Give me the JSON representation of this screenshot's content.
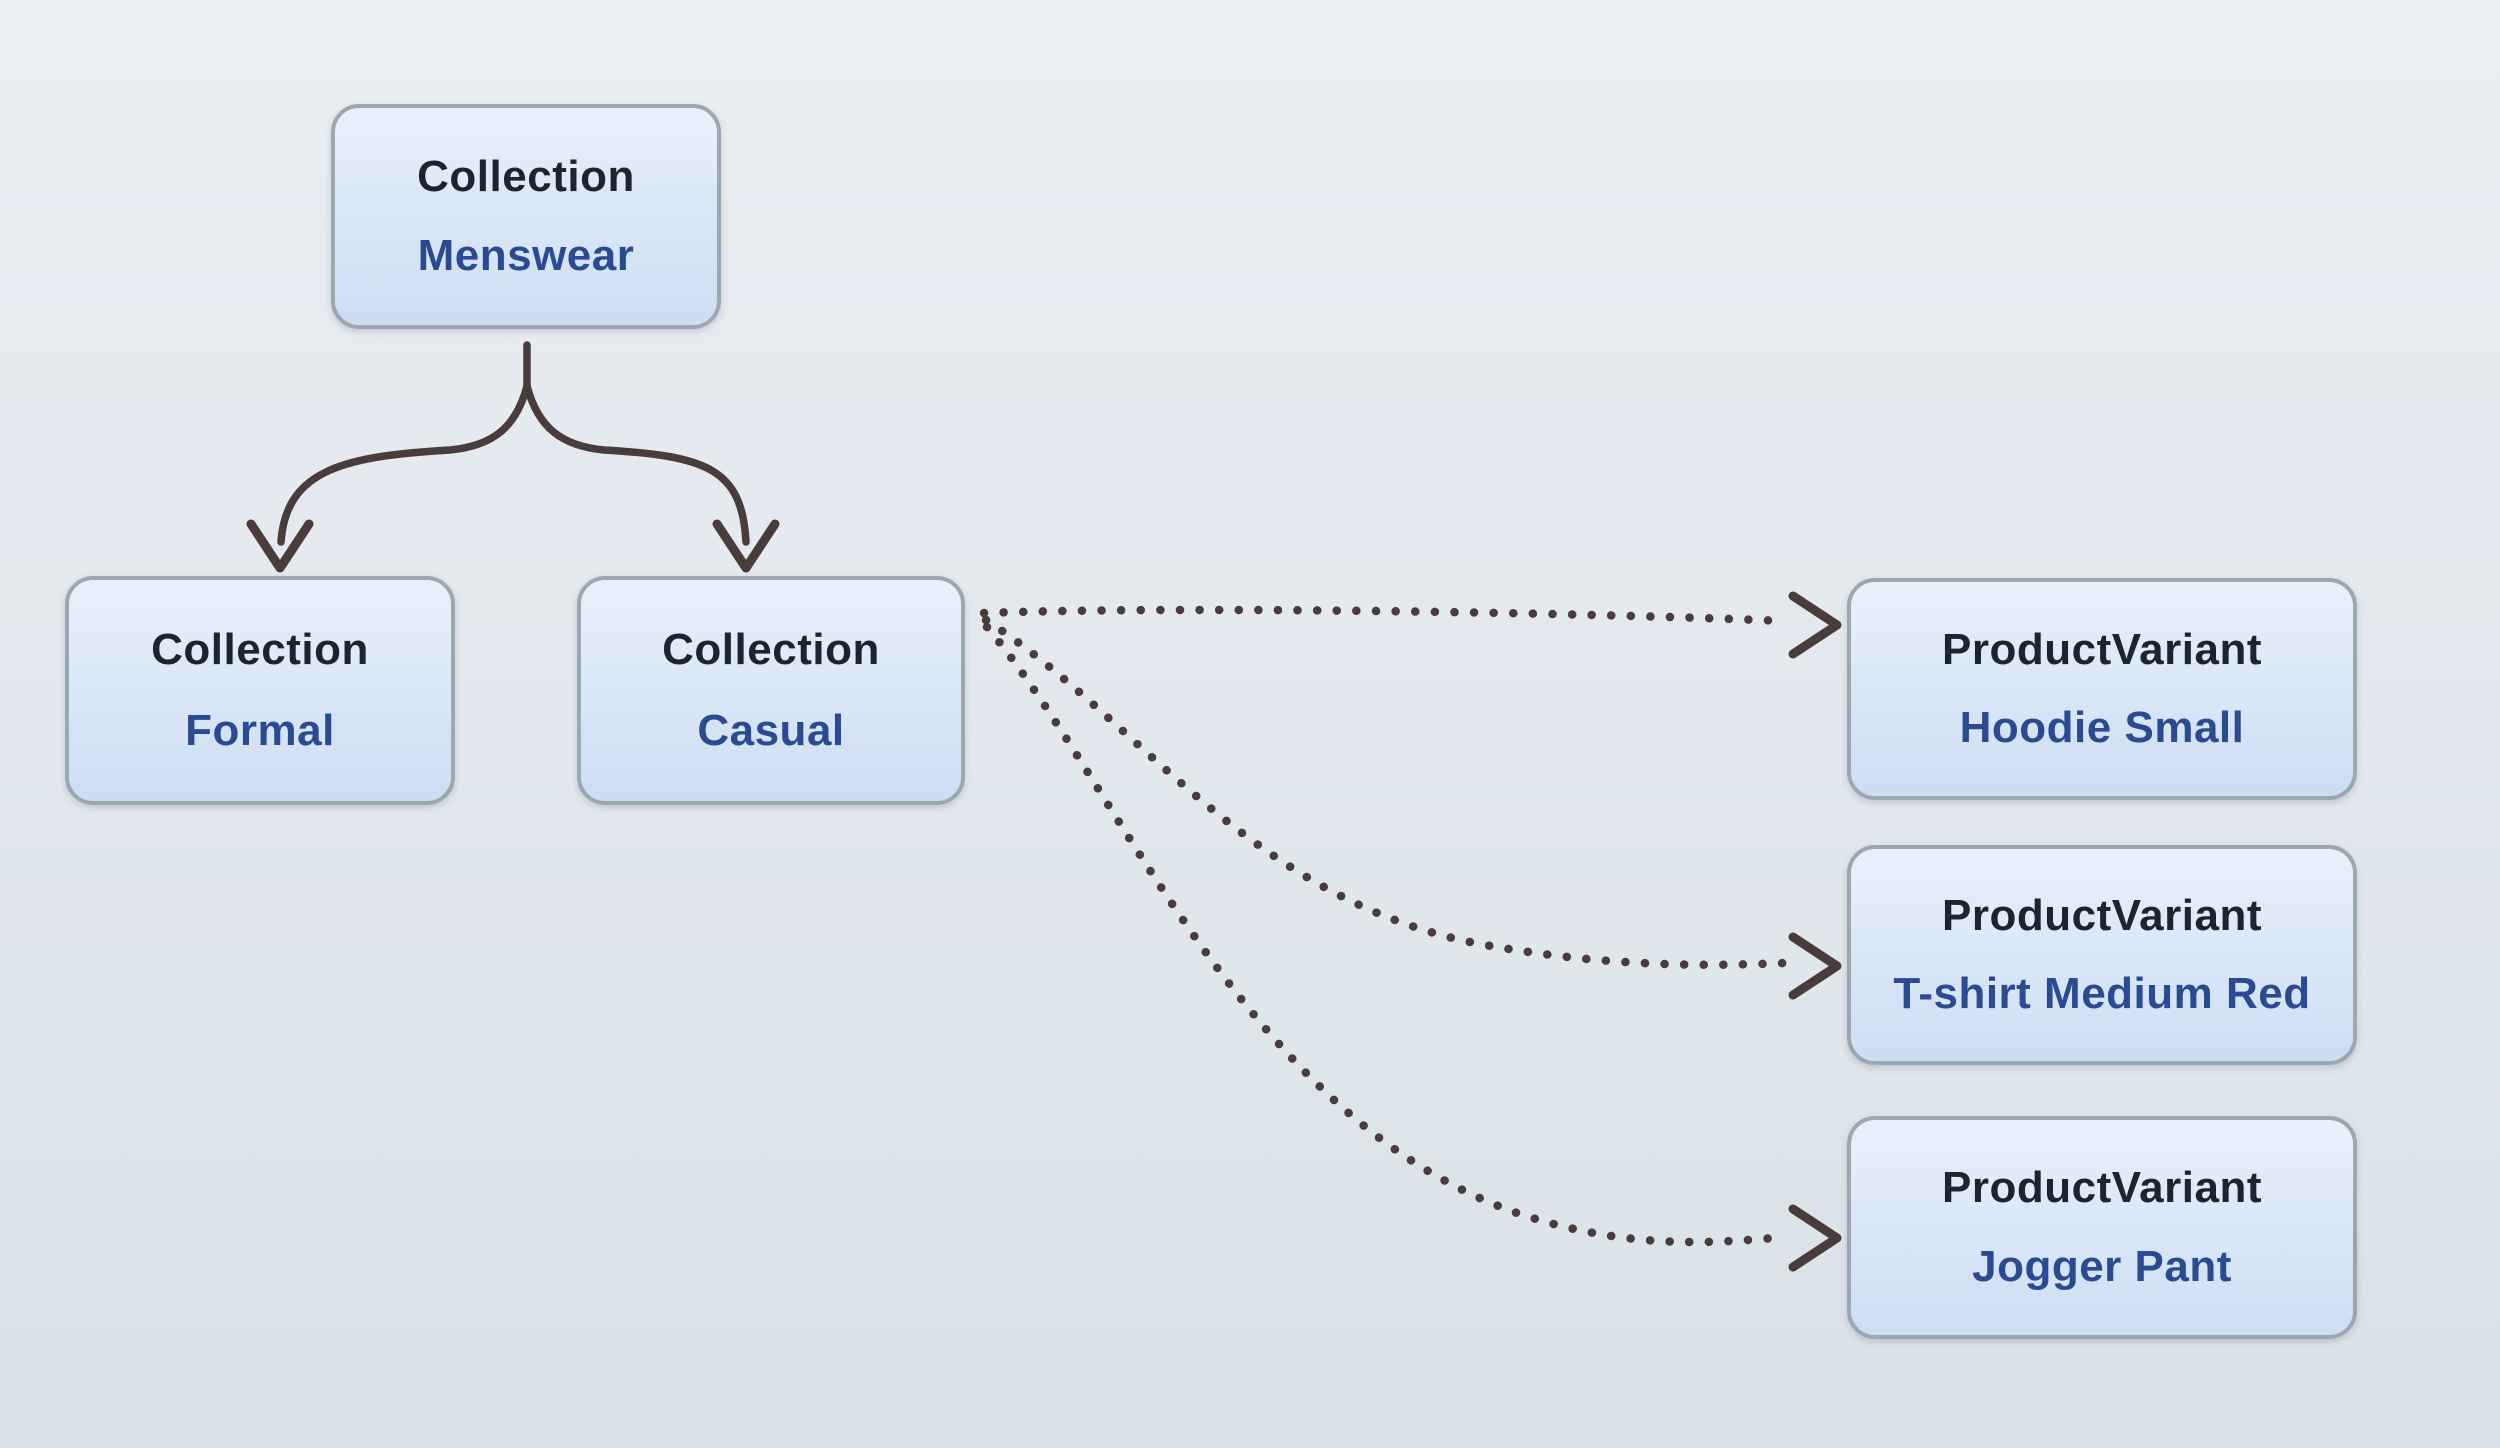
{
  "diagram": {
    "nodes": {
      "menswear": {
        "type": "Collection",
        "name": "Menswear"
      },
      "formal": {
        "type": "Collection",
        "name": "Formal"
      },
      "casual": {
        "type": "Collection",
        "name": "Casual"
      },
      "hoodie_small": {
        "type": "ProductVariant",
        "name": "Hoodie Small"
      },
      "tshirt_medium_red": {
        "type": "ProductVariant",
        "name": "T-shirt Medium Red"
      },
      "jogger_pant": {
        "type": "ProductVariant",
        "name": "Jogger Pant"
      }
    },
    "edges": [
      {
        "from": "Menswear",
        "to": "Formal",
        "style": "solid-curved-arrow"
      },
      {
        "from": "Menswear",
        "to": "Casual",
        "style": "solid-curved-arrow"
      },
      {
        "from": "Casual",
        "to": "Hoodie Small",
        "style": "dotted-curved-arrow"
      },
      {
        "from": "Casual",
        "to": "T-shirt Medium Red",
        "style": "dotted-curved-arrow"
      },
      {
        "from": "Casual",
        "to": "Jogger Pant",
        "style": "dotted-curved-arrow"
      }
    ],
    "colors": {
      "background_top": "#e9eef3",
      "background_bottom": "#d9e1e8",
      "node_fill_top": "#e9f0fb",
      "node_fill_mid": "#dbe7f7",
      "node_fill_bottom": "#cdddf2",
      "node_border": "#9ba8b0",
      "node_type_text": "#1c2433",
      "node_name_text": "#2a4b92",
      "arrow": "#4a3c3c"
    }
  }
}
